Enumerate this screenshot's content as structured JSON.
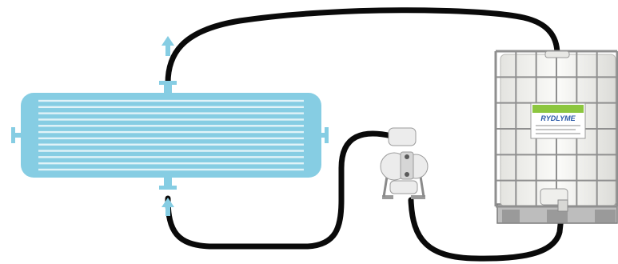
{
  "diagram": {
    "heat_exchanger": {
      "tube_color": "#9dd6e8",
      "shell_color": "#86cde3",
      "tube_count": 12
    },
    "flow_arrows": {
      "color": "#86cde3",
      "directions": [
        "up",
        "up"
      ]
    },
    "hoses": {
      "color": "#0a0a0a"
    },
    "pump": {
      "body_color": "#ececec"
    },
    "tote": {
      "cage_color": "#8f8f8f",
      "tank_color": "#f6f6f3",
      "label": {
        "brand": "RYDLYME",
        "brand_color": "#2a59a8",
        "accent_color": "#8cc63f"
      }
    }
  }
}
